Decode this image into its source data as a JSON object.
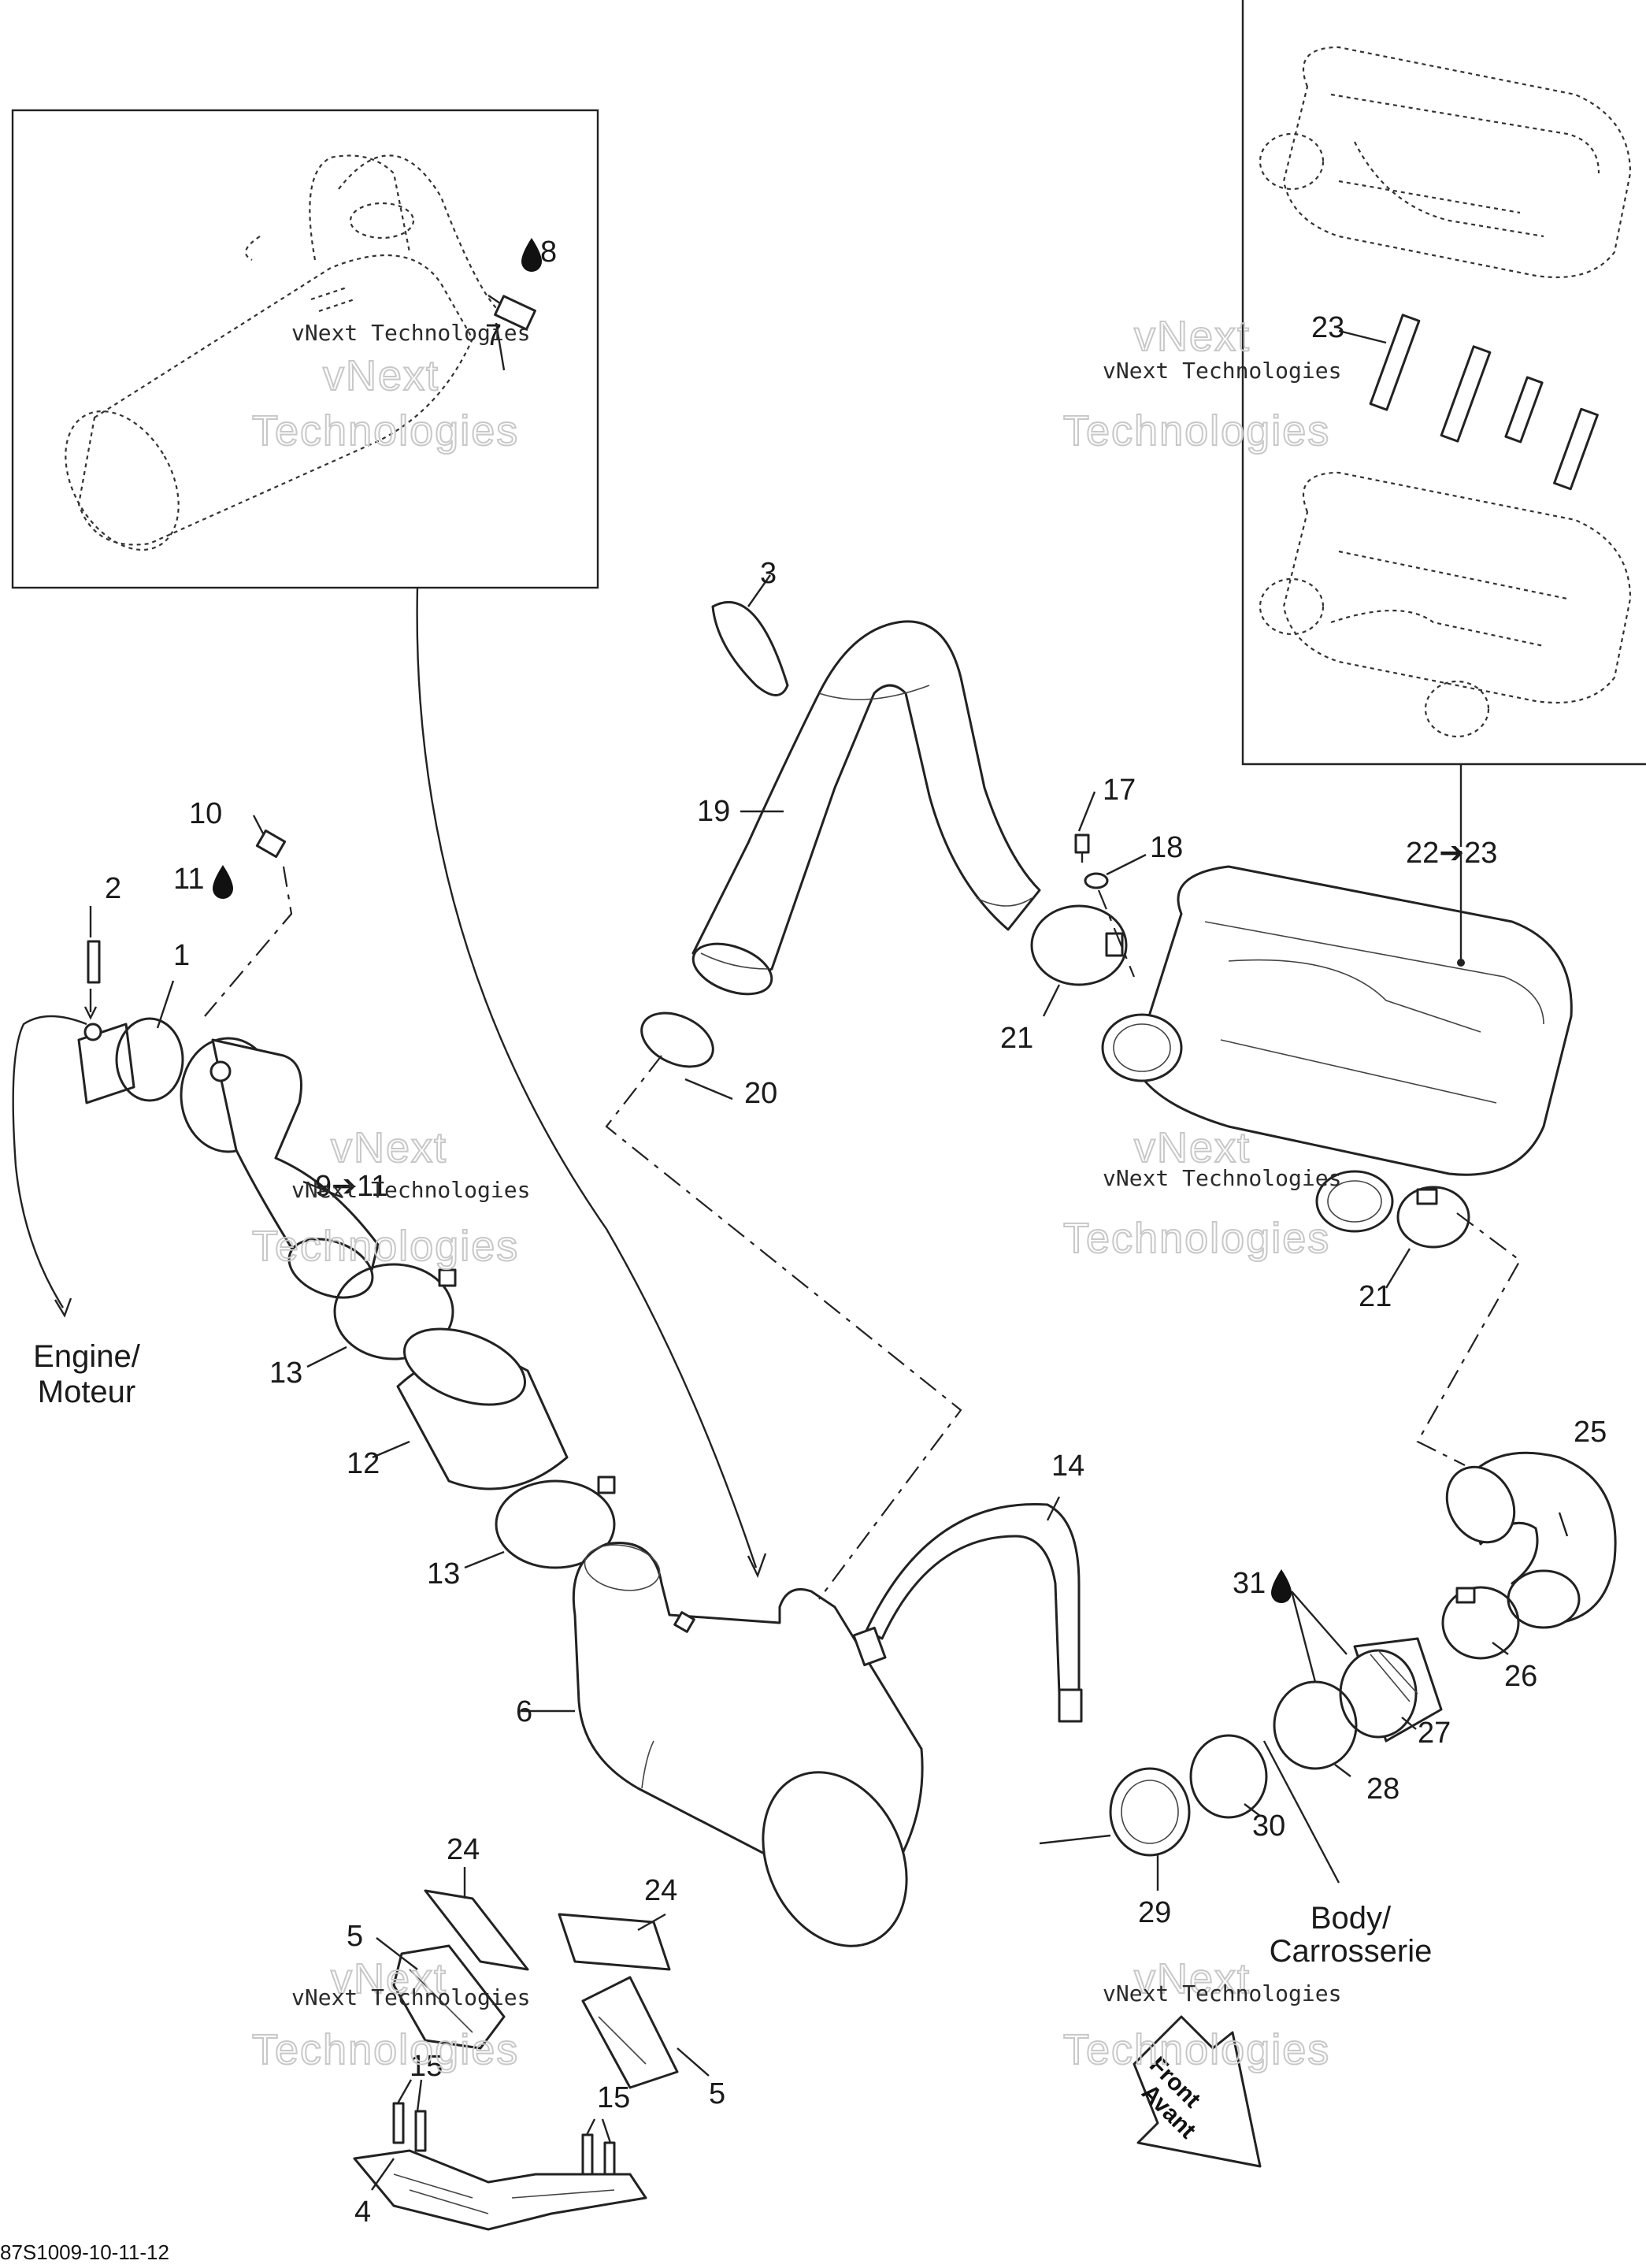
{
  "callouts": {
    "c1": "1",
    "c2": "2",
    "c3": "3",
    "c4": "4",
    "c5a": "5",
    "c5b": "5",
    "c6": "6",
    "c7": "7",
    "c8": "8",
    "c9": "9➔11",
    "c10": "10",
    "c11": "11",
    "c12": "12",
    "c13a": "13",
    "c13b": "13",
    "c14": "14",
    "c15a": "15",
    "c15b": "15",
    "c17": "17",
    "c18": "18",
    "c19": "19",
    "c20": "20",
    "c21a": "21",
    "c21b": "21",
    "c22": "22➔23",
    "c23": "23",
    "c24a": "24",
    "c24b": "24",
    "c25": "25",
    "c26": "26",
    "c27": "27",
    "c28": "28",
    "c29": "29",
    "c30": "30",
    "c31": "31"
  },
  "labels": {
    "engine_line1": "Engine/",
    "engine_line2": "Moteur",
    "body_line1": "Body/",
    "body_line2": "Carrosserie",
    "front_line1": "Front",
    "front_line2": "Avant"
  },
  "watermark": {
    "line1": "vNext Technologies",
    "line2": "vNext",
    "line3": "Technologies"
  },
  "drawing_code": "87S1009-10-11-12",
  "icons": [
    "oil-drop-icon",
    "front-arrow-icon"
  ]
}
